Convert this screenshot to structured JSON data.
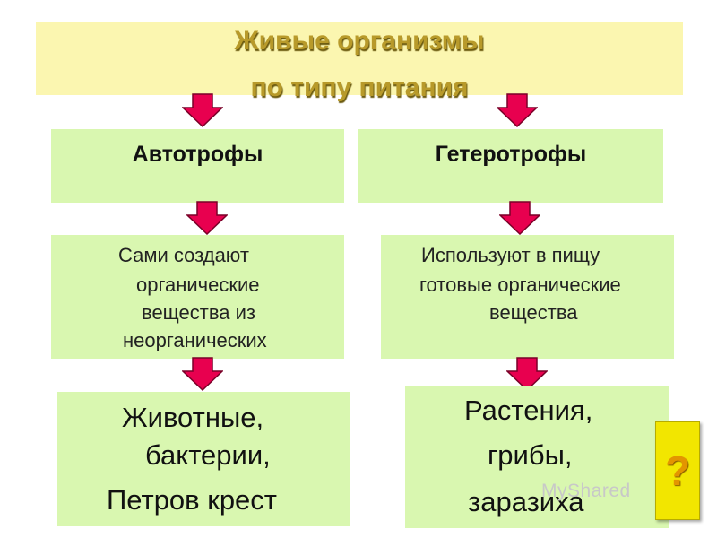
{
  "title": {
    "line1": "Живые организмы",
    "line2": "по типу питания"
  },
  "autotrophs": {
    "heading": "Автотрофы",
    "description": [
      "Сами создают",
      "органические",
      "вещества из",
      "неорганических"
    ],
    "examples": [
      "Животные,",
      "бактерии,",
      "Петров крест"
    ]
  },
  "heterotrophs": {
    "heading": "Гетеротрофы",
    "description": [
      "Используют в пищу",
      "готовые органические",
      "вещества"
    ],
    "examples": [
      "Растения,",
      "грибы,",
      "заразиха"
    ]
  },
  "help_button": {
    "label": "?"
  },
  "watermark": "MyShared",
  "colors": {
    "title_bg": "#fbf6b0",
    "box_bg": "#d9f7b0",
    "arrow": "#e8004f",
    "help_bg": "#f2e600"
  }
}
